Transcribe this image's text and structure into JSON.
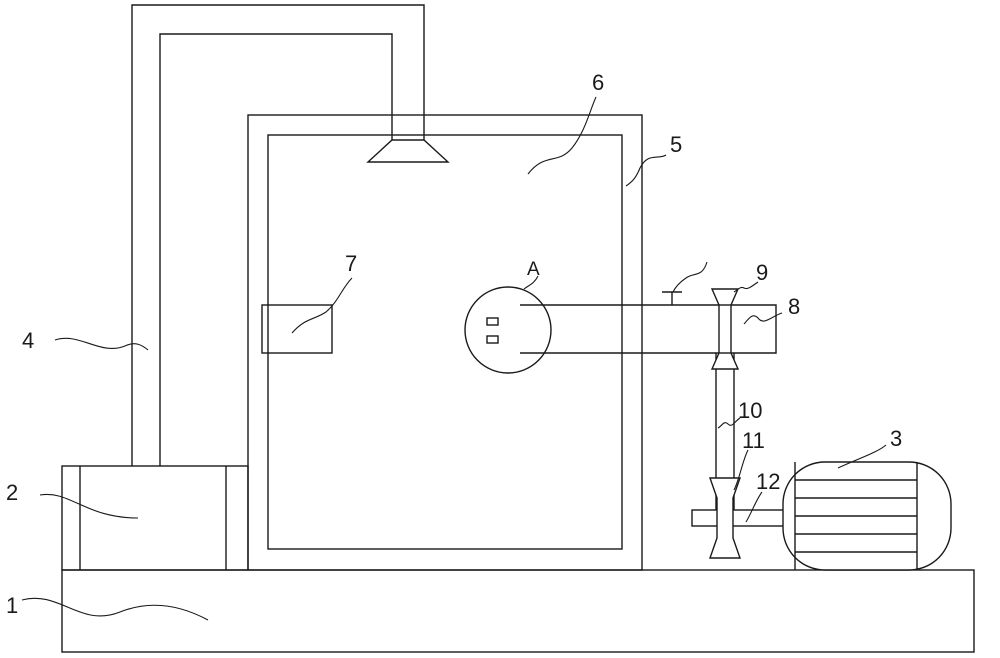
{
  "labels": {
    "base": "1",
    "tank": "2",
    "motor": "3",
    "pipe": "4",
    "housing": "5",
    "chamber": "6",
    "block": "7",
    "shaft": "8",
    "upper_pulley": "9",
    "belt": "10",
    "lower_pulley": "11",
    "motor_shaft": "12",
    "detail": "A"
  },
  "colors": {
    "line": "#1a1a1a",
    "background": "#ffffff"
  }
}
